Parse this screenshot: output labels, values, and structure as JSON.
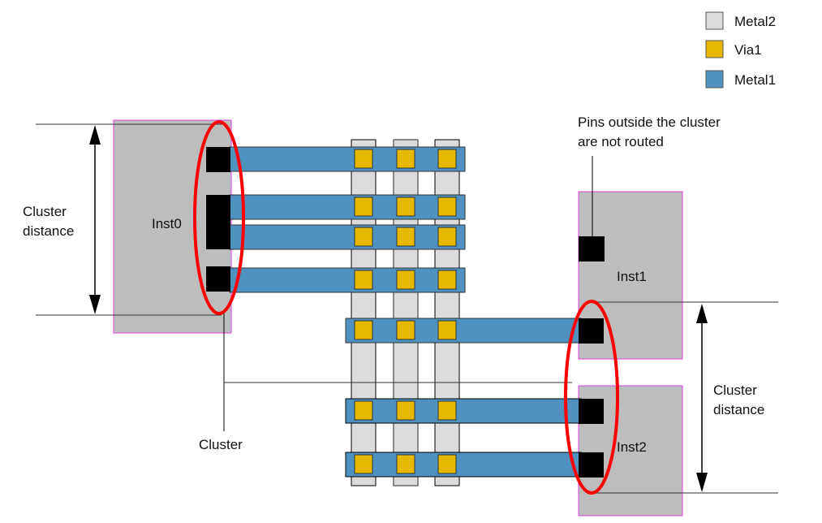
{
  "legend": [
    {
      "label": "Metal2",
      "color": "#dcdcdc"
    },
    {
      "label": "Via1",
      "color": "#e6b800"
    },
    {
      "label": "Metal1",
      "color": "#4f92c0"
    }
  ],
  "instances": {
    "inst0": "Inst0",
    "inst1": "Inst1",
    "inst2": "Inst2"
  },
  "labels": {
    "cluster_distance_left": [
      "Cluster",
      "distance"
    ],
    "cluster_distance_right": [
      "Cluster",
      "distance"
    ],
    "cluster": "Cluster",
    "pins_note": [
      "Pins outside the cluster",
      "are not routed"
    ]
  },
  "colors": {
    "instance_fill": "#bdbdbd",
    "instance_border": "#e040e0",
    "pin": "#000000",
    "metal1": "#4f92c0",
    "metal2": "#dcdcdc",
    "via1": "#e6b800",
    "cluster_ellipse": "#ff0000"
  }
}
